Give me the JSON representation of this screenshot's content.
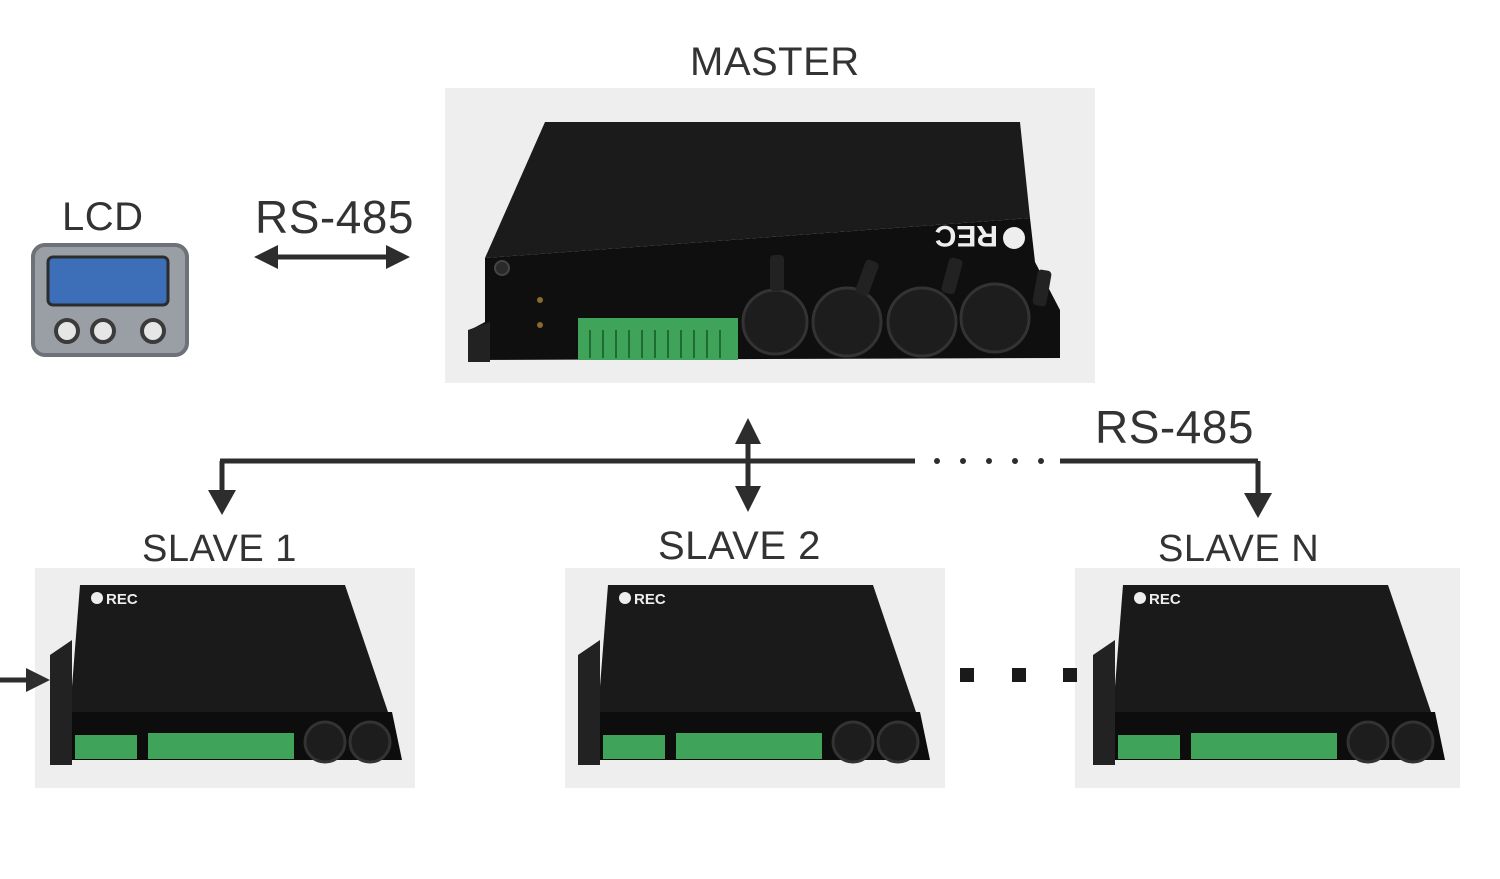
{
  "labels": {
    "master": "MASTER",
    "lcd": "LCD",
    "rs485_top": "RS-485",
    "rs485_bus": "RS-485",
    "slave_1": "SLAVE 1",
    "slave_2": "SLAVE 2",
    "slave_n": "SLAVE N"
  },
  "device_brand": "REC",
  "colors": {
    "device_body": "#141414",
    "terminal_block": "#3fa35a",
    "lcd_screen": "#3c6fb8",
    "lcd_frame": "#9a9fa6",
    "arrow": "#2d2d2d"
  }
}
